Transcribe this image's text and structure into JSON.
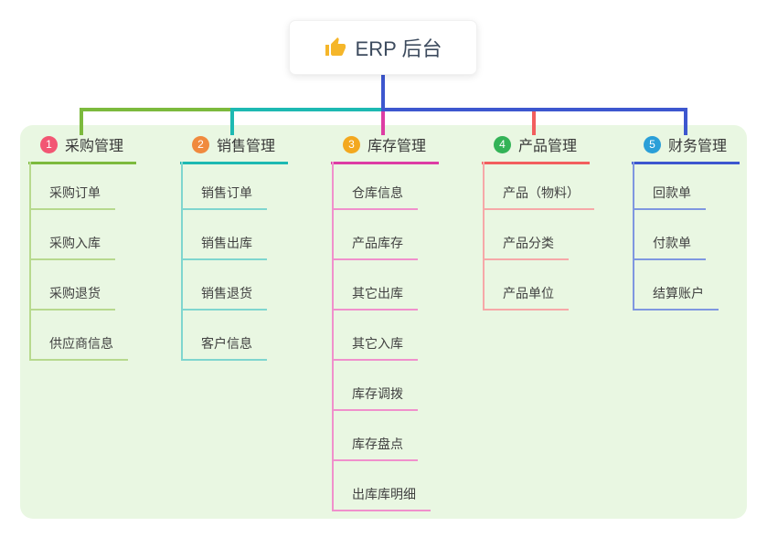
{
  "root_node": {
    "icon": "thumbs-up",
    "label": "ERP 后台"
  },
  "branches": [
    {
      "num": "1",
      "title": "采购管理",
      "badge_color": "#f25673",
      "line_color": "#7cba3d",
      "child_line_color": "#b7d98e",
      "children": [
        "采购订单",
        "采购入库",
        "采购退货",
        "供应商信息"
      ]
    },
    {
      "num": "2",
      "title": "销售管理",
      "badge_color": "#f08a3e",
      "line_color": "#1db9b2",
      "child_line_color": "#7fd6cf",
      "children": [
        "销售订单",
        "销售出库",
        "销售退货",
        "客户信息"
      ]
    },
    {
      "num": "3",
      "title": "库存管理",
      "badge_color": "#f3a81f",
      "line_color": "#dd3da4",
      "child_line_color": "#f090cc",
      "children": [
        "仓库信息",
        "产品库存",
        "其它出库",
        "其它入库",
        "库存调拨",
        "库存盘点",
        "出库库明细"
      ]
    },
    {
      "num": "4",
      "title": "产品管理",
      "badge_color": "#33b357",
      "line_color": "#f25e5e",
      "child_line_color": "#f6a8a8",
      "children": [
        "产品（物料）",
        "产品分类",
        "产品单位"
      ]
    },
    {
      "num": "5",
      "title": "财务管理",
      "badge_color": "#2a9fd8",
      "line_color": "#3d57cf",
      "child_line_color": "#7f97e0",
      "children": [
        "回款单",
        "付款单",
        "结算账户"
      ]
    }
  ],
  "canvas": {
    "background_color": "#ffffff",
    "panel_color": "#e9f7e2",
    "root_connector_color": "#3d57cf",
    "icon_color": "#f5b62a"
  }
}
